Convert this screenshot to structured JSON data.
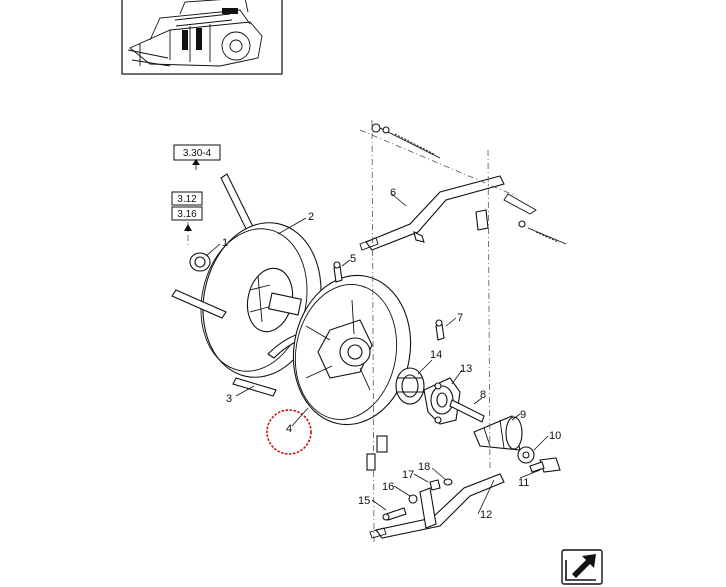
{
  "diagram": {
    "callouts": [
      {
        "id": "1",
        "label": "1"
      },
      {
        "id": "2",
        "label": "2"
      },
      {
        "id": "3",
        "label": "3"
      },
      {
        "id": "4",
        "label": "4"
      },
      {
        "id": "5",
        "label": "5"
      },
      {
        "id": "6",
        "label": "6"
      },
      {
        "id": "7",
        "label": "7"
      },
      {
        "id": "8",
        "label": "8"
      },
      {
        "id": "9",
        "label": "9"
      },
      {
        "id": "10",
        "label": "10"
      },
      {
        "id": "11",
        "label": "11"
      },
      {
        "id": "12",
        "label": "12"
      },
      {
        "id": "13",
        "label": "13"
      },
      {
        "id": "14",
        "label": "14"
      },
      {
        "id": "15",
        "label": "15"
      },
      {
        "id": "16",
        "label": "16"
      },
      {
        "id": "17",
        "label": "17"
      },
      {
        "id": "18",
        "label": "18"
      }
    ],
    "references": {
      "top": "3.30-4",
      "mid_a": "3.12",
      "mid_b": "3.16"
    },
    "highlight_color": "#cc1111"
  }
}
